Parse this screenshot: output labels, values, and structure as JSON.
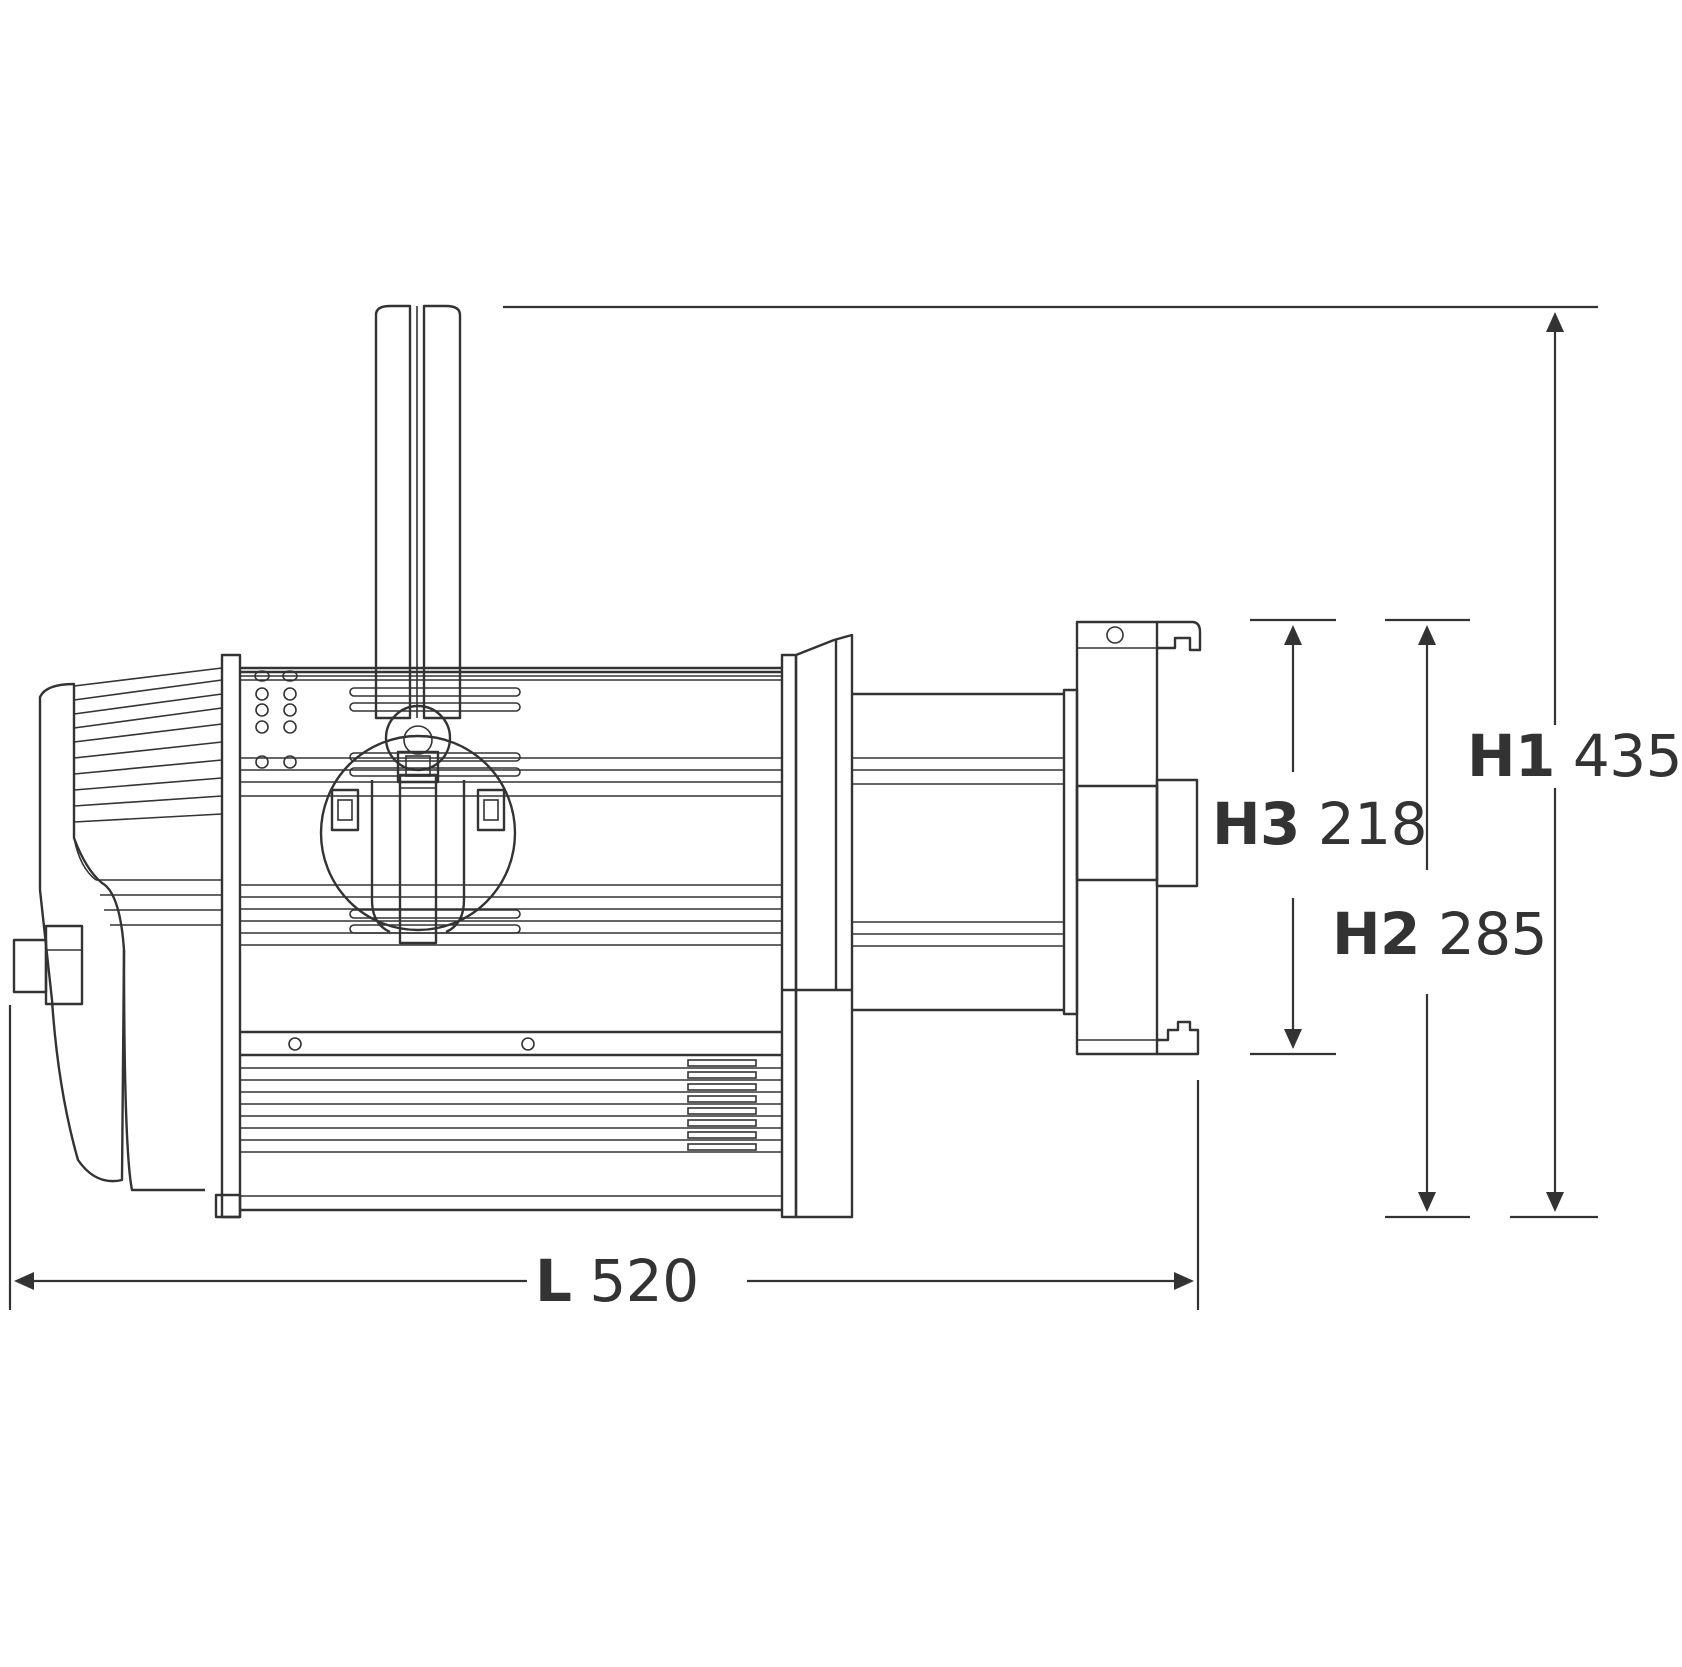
{
  "dimensions": {
    "h1": {
      "code": "H1",
      "value": "435"
    },
    "h2": {
      "code": "H2",
      "value": "285"
    },
    "h3": {
      "code": "H3",
      "value": "218"
    },
    "l": {
      "code": "L",
      "value": "520"
    }
  }
}
